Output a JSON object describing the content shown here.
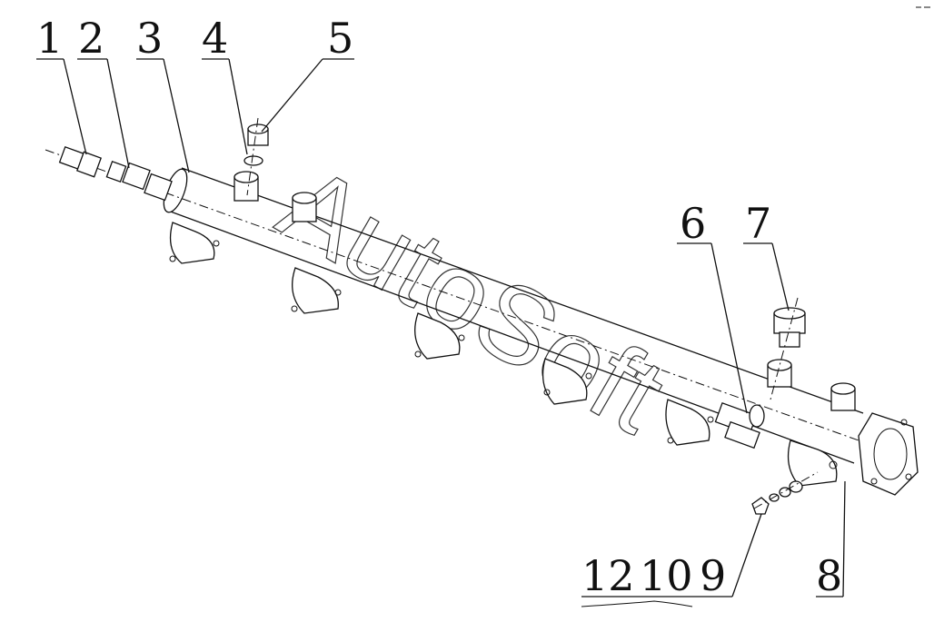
{
  "diagram": {
    "callouts": [
      {
        "id": "c1",
        "text": "1"
      },
      {
        "id": "c2",
        "text": "2"
      },
      {
        "id": "c3",
        "text": "3"
      },
      {
        "id": "c4",
        "text": "4"
      },
      {
        "id": "c5",
        "text": "5"
      },
      {
        "id": "c6",
        "text": "6"
      },
      {
        "id": "c7",
        "text": "7"
      },
      {
        "id": "c8",
        "text": "8"
      },
      {
        "id": "c9",
        "text": "9"
      },
      {
        "id": "c10",
        "text": "10"
      },
      {
        "id": "c12",
        "text": "12"
      }
    ],
    "watermark": "AutoSoft"
  }
}
